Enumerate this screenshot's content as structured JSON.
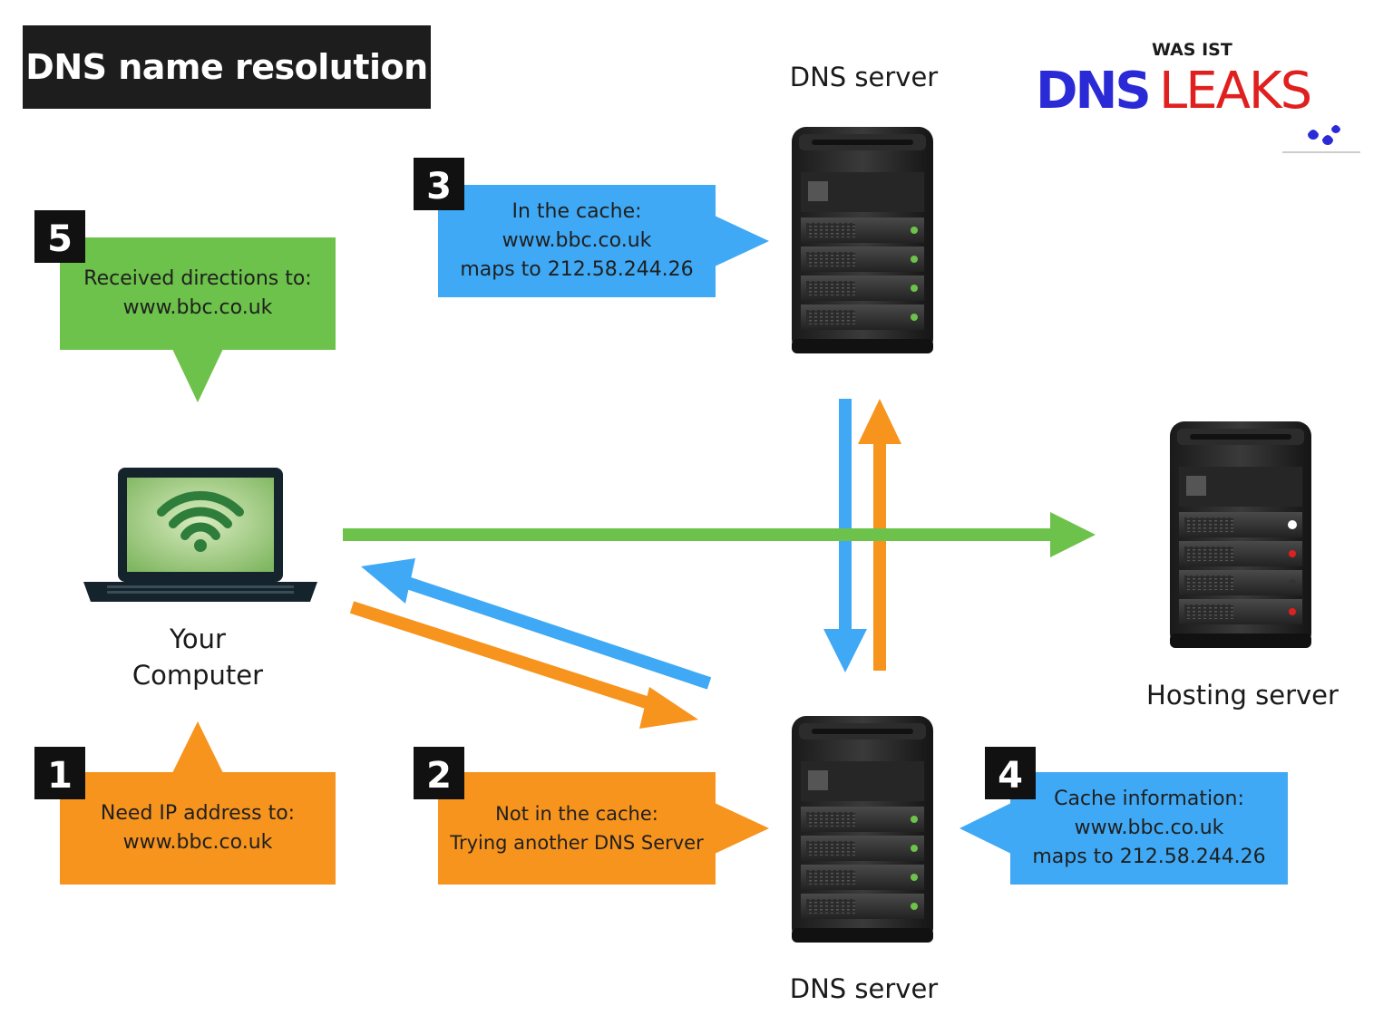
{
  "title": "DNS name resolution",
  "logo": {
    "top_text": "WAS IST",
    "word_1": "DNS",
    "word_2": "LEAKS"
  },
  "nodes": {
    "dns_server_top": "DNS server",
    "dns_server_bottom": "DNS server",
    "hosting_server": "Hosting server",
    "computer": [
      "Your",
      "Computer"
    ]
  },
  "steps": [
    {
      "number": "1",
      "lines": [
        "Need IP address to:",
        "www.bbc.co.uk"
      ],
      "color": "#f7941d"
    },
    {
      "number": "2",
      "lines": [
        "Not in the cache:",
        "Trying another DNS Server"
      ],
      "color": "#f7941d"
    },
    {
      "number": "3",
      "lines": [
        "In the cache:",
        "www.bbc.co.uk",
        "maps to 212.58.244.26"
      ],
      "color": "#3fa9f5"
    },
    {
      "number": "4",
      "lines": [
        "Cache information:",
        "www.bbc.co.uk",
        "maps to 212.58.244.26"
      ],
      "color": "#3fa9f5"
    },
    {
      "number": "5",
      "lines": [
        "Received directions to:",
        "www.bbc.co.uk"
      ],
      "color": "#6cc24a"
    }
  ],
  "colors": {
    "orange": "#f7941d",
    "blue": "#3fa9f5",
    "green": "#6cc24a",
    "dark": "#1d1d1d"
  }
}
